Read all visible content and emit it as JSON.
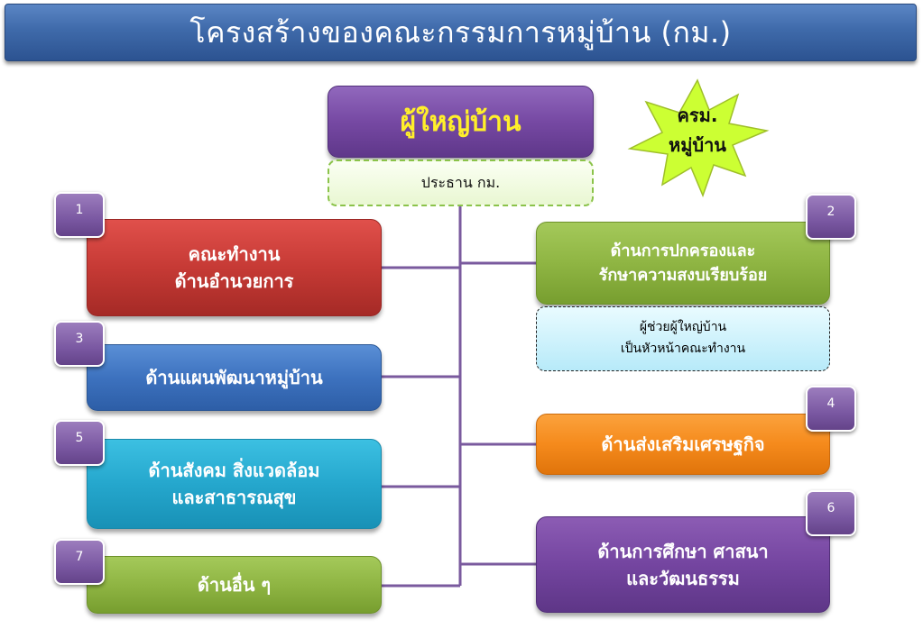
{
  "title": "โครงสร้างของคณะกรรมการหมู่บ้าน (กม.)",
  "head": {
    "label": "ผู้ใหญ่บ้าน",
    "subtitle": "ประธาน กม."
  },
  "star": {
    "line1": "ครม.",
    "line2": "หมู่บ้าน"
  },
  "groups": [
    {
      "number": "1",
      "line1": "คณะทำงาน",
      "line2": "ด้านอำนวยการ"
    },
    {
      "number": "2",
      "line1": "ด้านการปกครองและ",
      "line2": "รักษาความสงบเรียบร้อย"
    },
    {
      "number": "3",
      "line1": "ด้านแผนพัฒนาหมู่บ้าน"
    },
    {
      "number": "4",
      "line1": "ด้านส่งเสริมเศรษฐกิจ"
    },
    {
      "number": "5",
      "line1": "ด้านสังคม สิ่งแวดล้อม",
      "line2": "และสาธารณสุข"
    },
    {
      "number": "6",
      "line1": "ด้านการศึกษา ศาสนา",
      "line2": "และวัฒนธรรม"
    },
    {
      "number": "7",
      "line1": "ด้านอื่น ๆ"
    }
  ],
  "assistant": {
    "line1": "ผู้ช่วยผู้ใหญ่บ้าน",
    "line2": "เป็นหัวหน้าคณะทำงาน"
  },
  "colors": {
    "title_bar": "#3f6aaa",
    "connector": "#7a5a9e",
    "head_text": "#ffef2a",
    "group1": "#c63a35",
    "group2": "#8fb543",
    "group3": "#3d72bf",
    "group4": "#f58a1c",
    "group5": "#25a7cd",
    "group6": "#7445a0",
    "group7": "#8fb543",
    "star": "#ccff33"
  }
}
